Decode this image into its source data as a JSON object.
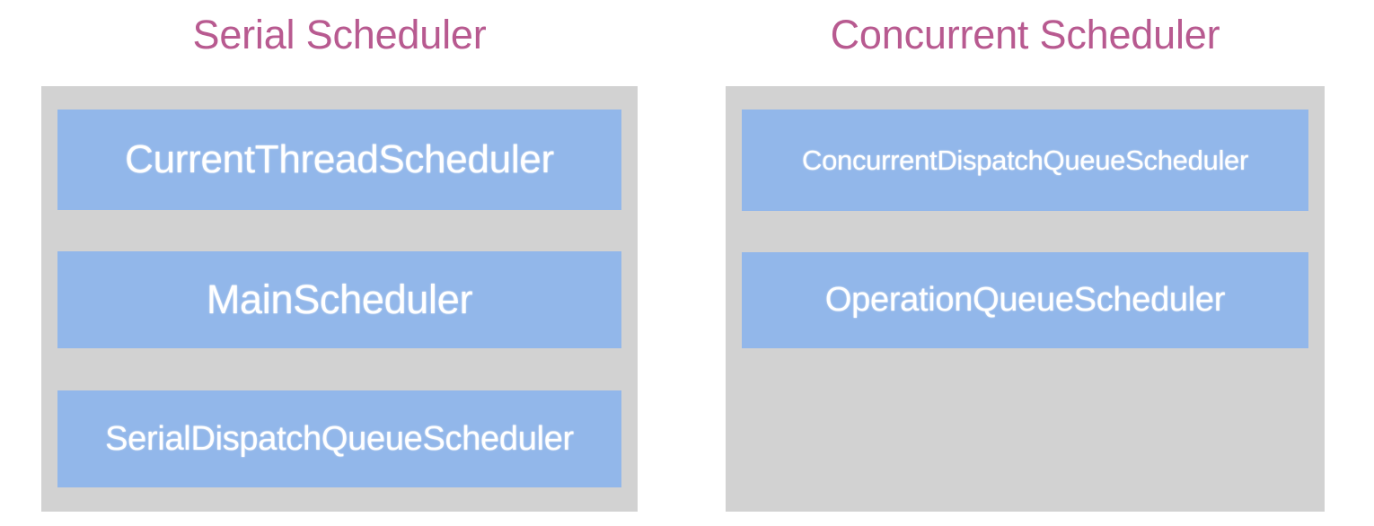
{
  "diagram": {
    "background_color": "#ffffff",
    "title_color": "#b85a90",
    "panel_color": "#d2d2d2",
    "chip_color": "#92b7ea",
    "chip_text_color": "#ffffff",
    "columns": [
      {
        "id": "serial",
        "title": "Serial Scheduler",
        "schedulers": [
          {
            "name": "CurrentThreadScheduler"
          },
          {
            "name": "MainScheduler"
          },
          {
            "name": "SerialDispatchQueueScheduler"
          }
        ]
      },
      {
        "id": "concurrent",
        "title": "Concurrent Scheduler",
        "schedulers": [
          {
            "name": "ConcurrentDispatchQueueScheduler"
          },
          {
            "name": "OperationQueueScheduler"
          }
        ]
      }
    ]
  }
}
